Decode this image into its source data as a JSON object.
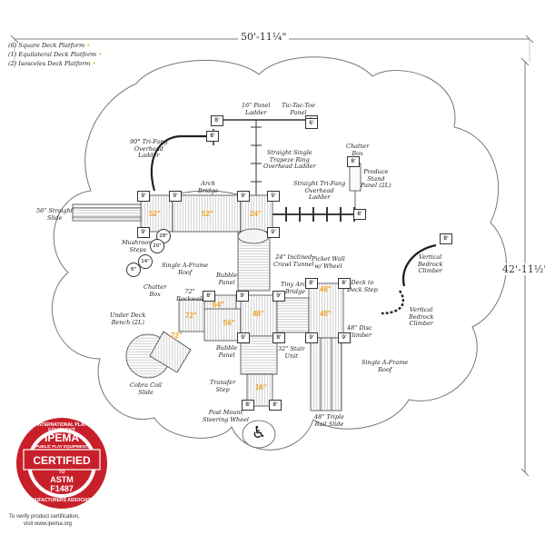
{
  "dimensions": {
    "width": "50'-11¼\"",
    "height": "42'-11½\""
  },
  "legend": [
    {
      "text": "(6) Square Deck Platform"
    },
    {
      "text": "(1) Equilateral Deck Platform"
    },
    {
      "text": "(2) Isosceles Deck Platform"
    }
  ],
  "colors": {
    "platform_label": "#f2a227",
    "seal_red": "#c8202a",
    "outline": "#777777"
  },
  "labels": {
    "panel_ladder": "16\" Panel\nLadder",
    "tic_tac_toe": "Tic-Tac-Toe\nPanel",
    "trifang_90": "90° Tri-Fang\nOverhead\nLadder",
    "trapeze": "Straight Single\nTrapeze Ring\nOverhead Ladder",
    "chatter_top": "Chatter\nBox",
    "produce_stand": "Produce\nStand\nPanel (2L)",
    "arch_bridge": "Arch\nBridge",
    "trifang_straight": "Straight Tri-Fang\nOverhead\nLadder",
    "straight_slide": "56\" Straight\nSlide",
    "mushroom_steps": "Mushroom\nSteps",
    "inclined_crawl": "24\" Inclined\nCrawl Tunnel",
    "picket_wall": "Picket Wall\nw/ Wheel",
    "vertical_climber_top": "Vertical\nBedrock\nClimber",
    "single_aframe_roof_left": "Single A-Frame\nRoof",
    "bubble_panel_top": "Bubble\nPanel",
    "tiny_arch_bridge": "Tiny Arch\nBridge",
    "deck_to_deck": "Deck to\nDeck Step",
    "chatter_left": "Chatter\nBox",
    "rockwall": "72\"\nRockwall",
    "under_deck_bench": "Under Deck\nBench (2L)",
    "vertical_climber_bottom": "Vertical\nBedrock\nClimber",
    "disc_climber": "48\" Disc\nClimber",
    "bubble_panel_bottom": "Bubble\nPanel",
    "stair_unit": "32\" Stair\nUnit",
    "single_aframe_roof_right": "Single A-Frame\nRoof",
    "transfer_step": "Transfer\nStep",
    "cobra_slide": "Cobra Coil\nSlide",
    "post_mount_wheel": "Post Mount\nSteering Wheel",
    "triple_rail_slide": "48\" Triple\nRail Slide"
  },
  "platforms": [
    "52\"",
    "52\"",
    "24\"",
    "48\"",
    "64\"",
    "56\"",
    "48\"",
    "48\"",
    "72\"",
    "72\"",
    "16\""
  ],
  "posts": [
    "8'",
    "9'",
    "8'",
    "6'",
    "9'",
    "9'",
    "9'",
    "9'",
    "9'",
    "9'",
    "8'",
    "8'",
    "8'",
    "8'",
    "8'",
    "9'",
    "9'",
    "9'",
    "8'",
    "9'",
    "9'",
    "8'",
    "8'",
    "8'"
  ],
  "mushrooms": [
    "28\"",
    "20\"",
    "8\"",
    "14\""
  ],
  "seal": {
    "ring_top": "INTERNATIONAL PLAY EQUIPMENT",
    "ring_bottom": "MANUFACTURERS ASSOCIATION",
    "ipema": "IPEMA",
    "sub": "PUBLIC PLAY EQUIPMENT",
    "certified": "CERTIFIED",
    "to": "TO",
    "astm": "ASTM",
    "std": "F1487"
  },
  "footnote": {
    "line1": "To verify product certification,",
    "line2": "visit www.ipema.org"
  }
}
